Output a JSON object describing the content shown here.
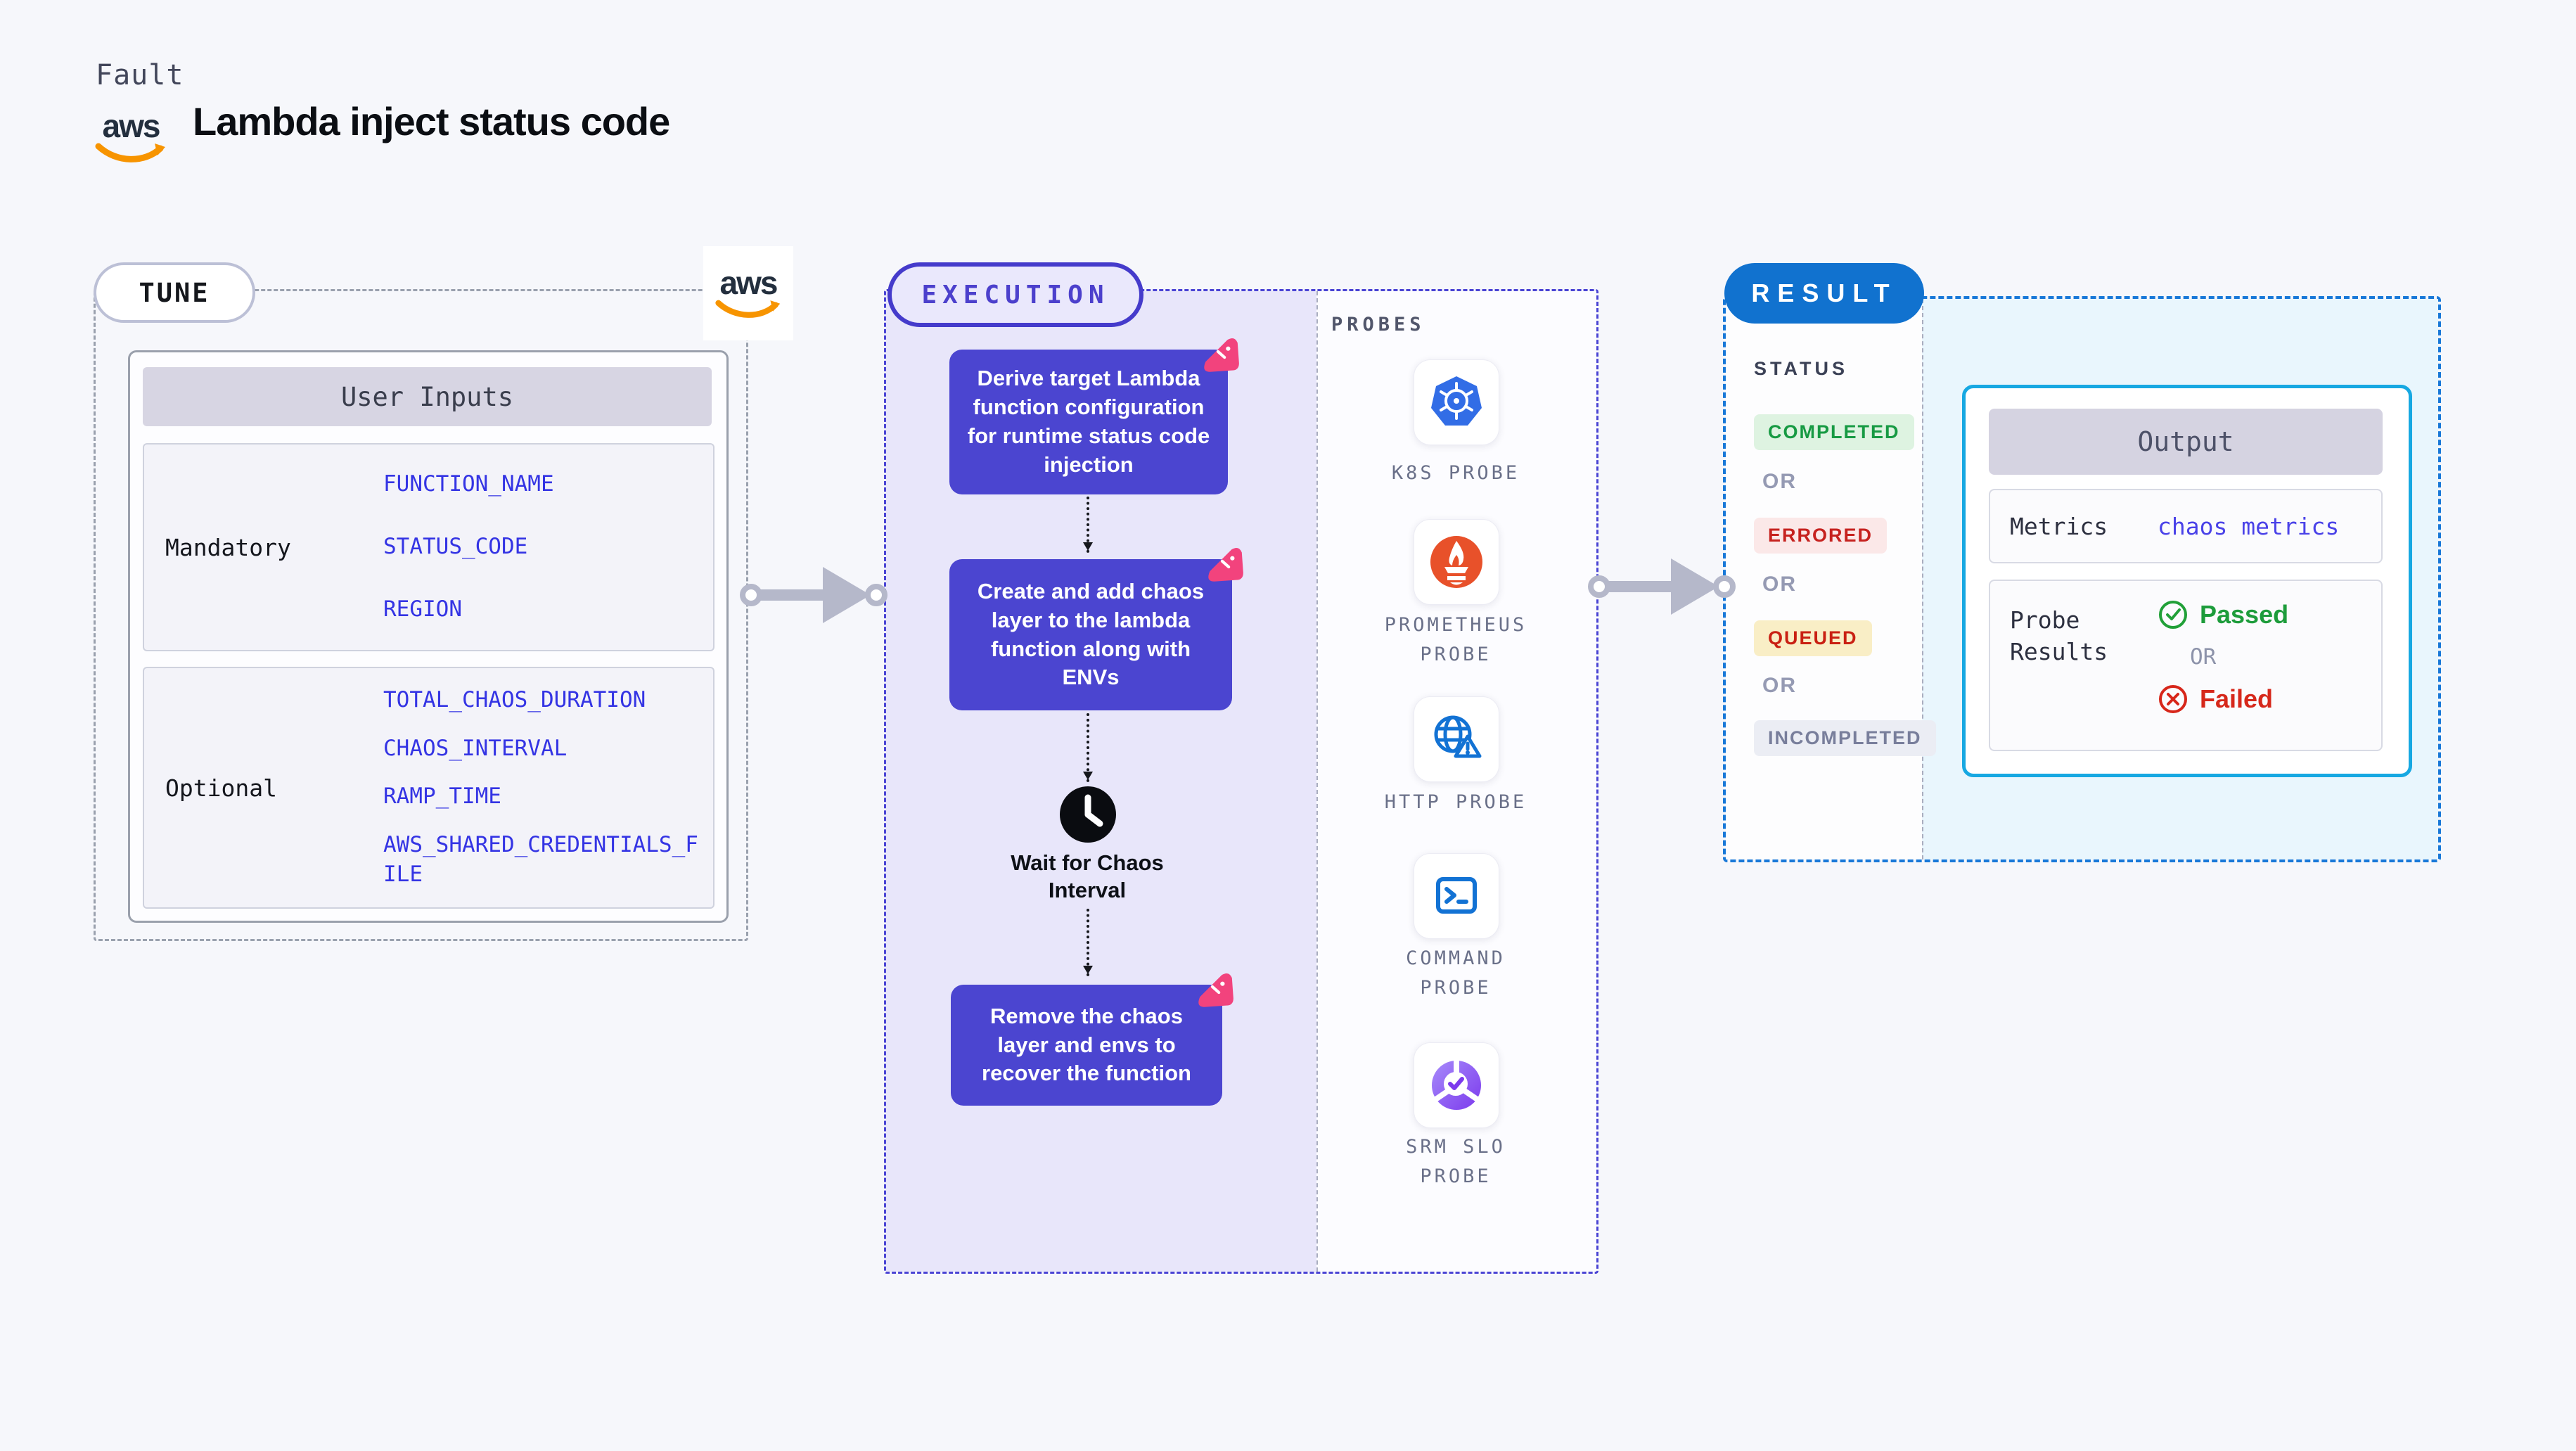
{
  "header": {
    "eyebrow": "Fault",
    "title": "Lambda inject status code",
    "aws_wordmark": "aws"
  },
  "tune": {
    "label": "TUNE",
    "user_inputs": {
      "header": "User Inputs",
      "mandatory": {
        "label": "Mandatory",
        "values": [
          "FUNCTION_NAME",
          "STATUS_CODE",
          "REGION"
        ]
      },
      "optional": {
        "label": "Optional",
        "values": [
          "TOTAL_CHAOS_DURATION",
          "CHAOS_INTERVAL",
          "RAMP_TIME",
          "AWS_SHARED_CREDENTIALS_FILE"
        ]
      }
    }
  },
  "execution": {
    "label": "EXECUTION",
    "steps": [
      "Derive target Lambda function configuration for runtime status code injection",
      "Create and add chaos layer to the lambda function along with ENVs",
      "Remove the chaos layer and envs to recover the function"
    ],
    "wait_label": "Wait for Chaos Interval",
    "probes": {
      "heading": "PROBES",
      "items": [
        "K8S PROBE",
        "PROMETHEUS PROBE",
        "HTTP PROBE",
        "COMMAND PROBE",
        "SRM SLO PROBE"
      ]
    }
  },
  "result": {
    "label": "RESULT",
    "status_heading": "STATUS",
    "statuses": [
      "COMPLETED",
      "OR",
      "ERRORED",
      "OR",
      "QUEUED",
      "OR",
      "INCOMPLETED"
    ],
    "output": {
      "header": "Output",
      "metrics_label": "Metrics",
      "metrics_value": "chaos metrics",
      "probe_results_label": "Probe Results",
      "passed": "Passed",
      "or": "OR",
      "failed": "Failed"
    }
  },
  "colors": {
    "step_indigo": "#4b45d0",
    "execution_border": "#4a44d4",
    "result_blue": "#1172cf",
    "output_border": "#17a8e2",
    "badge_pink": "#f2437d",
    "aws_orange": "#f79400",
    "link_blue": "#4a42e8",
    "success_green": "#1d9c3b",
    "error_red": "#d6281b",
    "completed_bg": "#def3e1",
    "errored_bg": "#fbe8e8",
    "queued_bg": "#f9eec6",
    "incompleted_bg": "#ebedf4"
  }
}
